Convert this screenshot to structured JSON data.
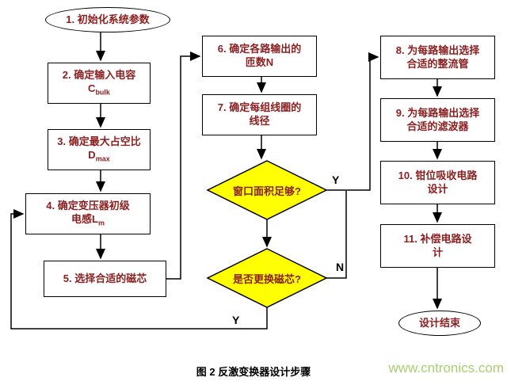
{
  "palette": {
    "box_text": "#8b1e1e",
    "diamond_fill": "#ffff00",
    "border": "#000000",
    "watermark": "#a8cf6f",
    "label": "#000000"
  },
  "nodes": {
    "start": {
      "text": "1. 初始化系统参数"
    },
    "b2": {
      "line1": "2. 确定输入电容",
      "sym": "C",
      "sub": "bulk"
    },
    "b3": {
      "line1": "3. 确定最大占空比",
      "sym": "D",
      "sub": "max"
    },
    "b4": {
      "line1": "4. 确定变压器初级",
      "line2": "电感",
      "sym": "L",
      "sub": "m"
    },
    "b5": {
      "line1": "5. 选择合适的磁芯"
    },
    "b6": {
      "line1": "6. 确定各路输出的",
      "line2": "匝数N"
    },
    "b7": {
      "line1": "7. 确定每组线圈的",
      "line2": "线径"
    },
    "d1": {
      "text": "窗口面积足够?"
    },
    "d2": {
      "text": "是否更换磁芯?"
    },
    "b8": {
      "line1": "8. 为每路输出选择",
      "line2": "合适的整流管"
    },
    "b9": {
      "line1": "9. 为每路输出选择",
      "line2": "合适的滤波器"
    },
    "b10": {
      "line1": "10. 钳位吸收电路",
      "line2": "设计"
    },
    "b11": {
      "line1": "11. 补偿电路设",
      "line2": "计"
    },
    "end": {
      "text": "设计结束"
    }
  },
  "labels": {
    "yes1": "Y",
    "no1": "N",
    "yes2": "Y"
  },
  "caption": "图 2  反激变换器设计步骤",
  "watermark": "www.cntronics.com"
}
